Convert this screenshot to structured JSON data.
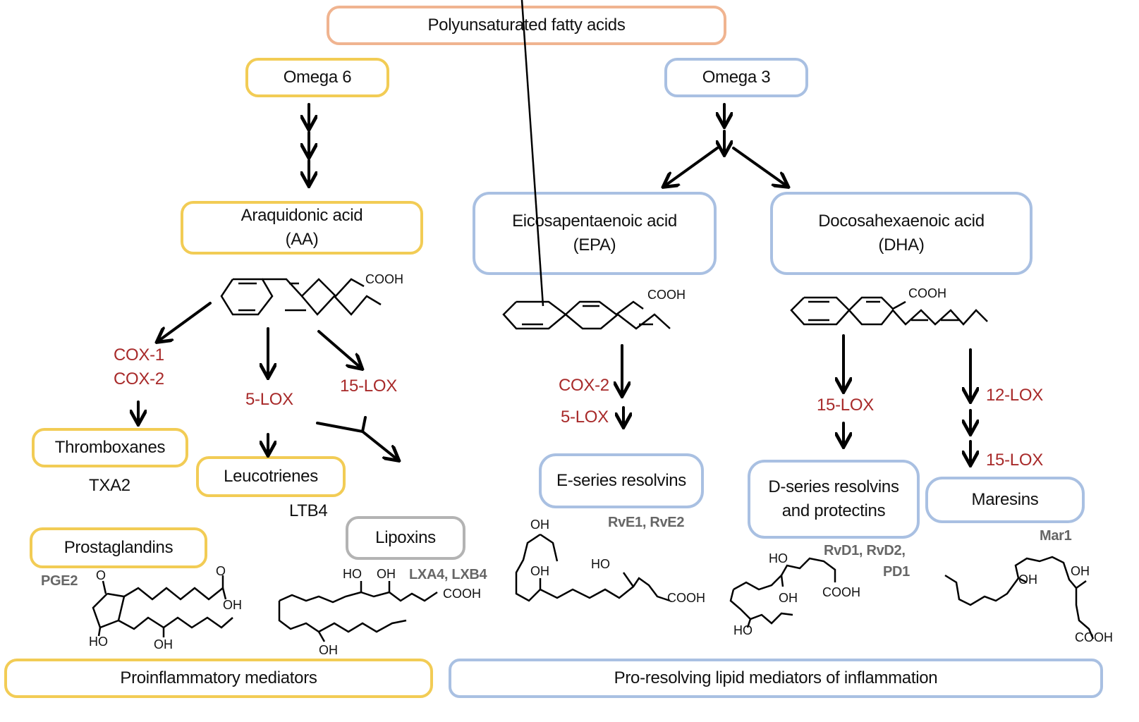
{
  "title": "Polyunsaturated fatty acids",
  "omega6": {
    "label": "Omega 6",
    "precursor": {
      "line1": "Araquidonic acid",
      "line2": "(AA)"
    },
    "enzymes": {
      "cox1": "COX-1",
      "cox2": "COX-2",
      "lox5": "5-LOX",
      "lox15": "15-LOX"
    },
    "products": [
      {
        "name": "Thromboxanes",
        "example": "TXA2"
      },
      {
        "name": "Leucotrienes",
        "example": "LTB4"
      },
      {
        "name": "Prostaglandins",
        "example": "PGE2"
      },
      {
        "name": "Lipoxins",
        "example": "LXA4, LXB4"
      }
    ],
    "footer": "Proinflammatory mediators"
  },
  "omega3": {
    "label": "Omega 3",
    "epa": {
      "line1": "Eicosapentaenoic acid",
      "line2": "(EPA)",
      "enzymes": [
        "COX-2",
        "5-LOX"
      ]
    },
    "dha": {
      "line1": "Docosahexaenoic acid",
      "line2": "(DHA)",
      "enzymes_left": [
        "15-LOX"
      ],
      "enzymes_right": [
        "12-LOX",
        "15-LOX"
      ]
    },
    "products": [
      {
        "name": "E-series resolvins",
        "example": "RvE1, RvE2"
      },
      {
        "name_line1": "D-series resolvins",
        "name_line2": "and protectins",
        "example_line1": "RvD1, RvD2,",
        "example_line2": "PD1"
      },
      {
        "name": "Maresins",
        "example": "Mar1"
      }
    ],
    "footer": "Pro-resolving lipid mediators of inflammation"
  },
  "atoms": {
    "cooh": "COOH",
    "oh": "OH",
    "ho": "HO",
    "o": "O"
  }
}
